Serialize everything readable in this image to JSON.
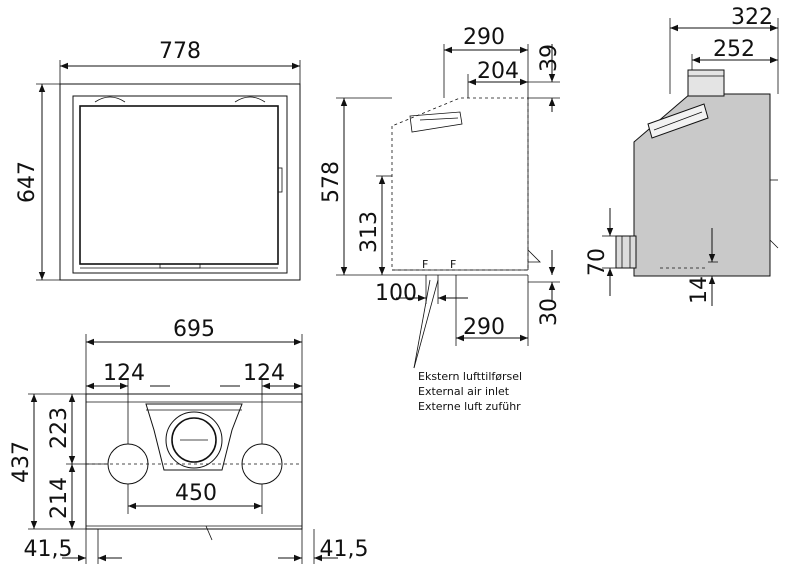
{
  "front_view": {
    "width": "778",
    "height": "647"
  },
  "side_view": {
    "depth_outer": "290",
    "depth_inner": "204",
    "top_offset": "39",
    "height": "578",
    "inlet_height": "313",
    "inlet_offset": "100",
    "bottom_depth": "290",
    "bottom_height": "30"
  },
  "rear_view": {
    "outer_width": "322",
    "collar_width": "252",
    "inlet_height": "70",
    "inlet_offset": "14"
  },
  "top_view": {
    "width": "695",
    "left_spacing": "124",
    "right_spacing": "124",
    "top_depth": "223",
    "total_depth": "437",
    "bottom_depth": "214",
    "hole_spacing": "450",
    "left_margin": "41,5",
    "right_margin": "41,5"
  },
  "external_air_caption": {
    "norwegian": "Ekstern lufttilførsel",
    "english": "External air inlet",
    "german": "Externe luft zuführ"
  },
  "colors": {
    "line": "#111111",
    "body_fill": "#c9c9c9",
    "panel_fill": "#f2f2f2"
  }
}
